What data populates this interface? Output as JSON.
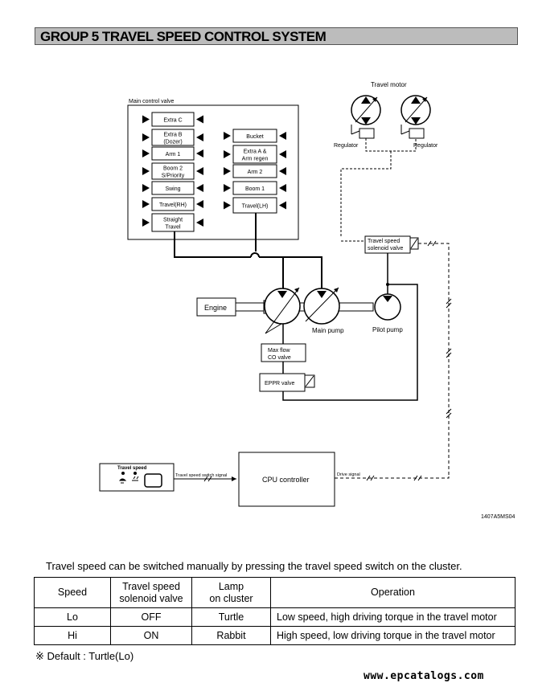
{
  "title": "GROUP  5  TRAVEL SPEED CONTROL SYSTEM",
  "diagram": {
    "main_control_valve_label": "Main control valve",
    "left_spools": [
      [
        "Extra C"
      ],
      [
        "Extra B",
        "(Dozer)"
      ],
      [
        "Arm 1"
      ],
      [
        "Boom 2",
        "S/Priority"
      ],
      [
        "Swing"
      ],
      [
        "Travel(RH)"
      ],
      [
        "Straight",
        "Travel"
      ]
    ],
    "right_spools": [
      [
        "Bucket"
      ],
      [
        "Extra A &",
        "Arm regen"
      ],
      [
        "Arm 2"
      ],
      [
        "Boom 1"
      ],
      [
        "Travel(LH)"
      ]
    ],
    "travel_motor_label": "Travel motor",
    "regulator_left": "Regulator",
    "regulator_right": "Regulator",
    "solenoid_valve_line1": "Travel speed",
    "solenoid_valve_line2": "solenoid valve",
    "engine_label": "Engine",
    "main_pump_label": "Main pump",
    "pilot_pump_label": "Pilot pump",
    "max_flow_line1": "Max flow",
    "max_flow_line2": "CO valve",
    "eppr_label": "EPPR valve",
    "switch_title": "Travel speed",
    "switch_signal_label": "Travel speed switch signal",
    "cpu_label": "CPU controller",
    "drive_signal_label": "Drive signal",
    "figure_code": "1407A5MS04"
  },
  "intro_text": "Travel speed can be switched manually by pressing the travel speed switch on the cluster.",
  "table": {
    "headers": [
      [
        "Speed"
      ],
      [
        "Travel speed",
        "solenoid valve"
      ],
      [
        "Lamp",
        "on cluster"
      ],
      [
        "Operation"
      ]
    ],
    "rows": [
      [
        "Lo",
        "OFF",
        "Turtle",
        "Low speed, high driving torque in the travel motor"
      ],
      [
        "Hi",
        "ON",
        "Rabbit",
        "High speed, low driving torque in the travel motor"
      ]
    ]
  },
  "footnote": "※ Default : Turtle(Lo)",
  "watermark": "www.epcatalogs.com"
}
